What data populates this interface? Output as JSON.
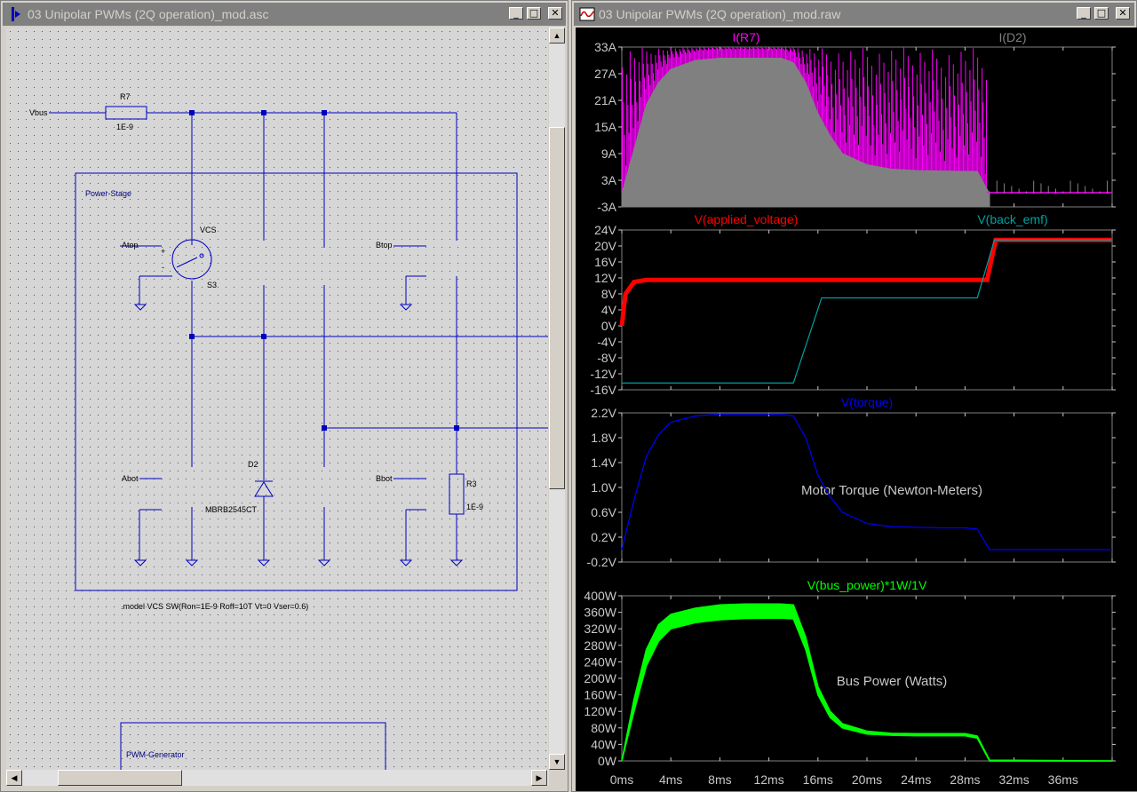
{
  "left_window": {
    "title": "03 Unipolar PWMs (2Q operation)_mod.asc",
    "buttons": {
      "minimize": "_",
      "maximize": "□",
      "close": "✕"
    },
    "schematic": {
      "net_labels": {
        "vbus": "Vbus",
        "atop": "Atop",
        "btop": "Btop",
        "abot": "Abot",
        "bbot": "Bbot"
      },
      "r7": {
        "name": "R7",
        "value": "1E-9"
      },
      "r3": {
        "name": "R3",
        "value": "1E-9"
      },
      "switch": {
        "type": "VCS",
        "name": "S3",
        "plus": "+",
        "minus": "-"
      },
      "d2": {
        "name": "D2",
        "part": "MBRB2545CT"
      },
      "power_stage_label": "Power-Stage",
      "pwm_generator_label": "PWM-Generator",
      "model_directive": ".model VCS SW(Ron=1E-9 Roff=10T Vt=0 Vser=0.6)"
    }
  },
  "right_window": {
    "title": "03 Unipolar PWMs (2Q operation)_mod.raw",
    "buttons": {
      "minimize": "_",
      "maximize": "□",
      "close": "✕"
    }
  },
  "colors": {
    "i_r7": "#ff00ff",
    "i_d2": "#808080",
    "applied_voltage": "#ff0000",
    "back_emf": "#00a0a0",
    "torque": "#0000ff",
    "bus_power": "#00ff00",
    "axis_text": "#c8c8c8"
  },
  "chart_data": [
    {
      "type": "line",
      "legend": [
        "I(R7)",
        "I(D2)"
      ],
      "yticks": [
        "33A",
        "27A",
        "21A",
        "15A",
        "9A",
        "3A",
        "-3A"
      ],
      "ylim": [
        -3,
        33
      ],
      "x": [
        0,
        1,
        2,
        3,
        4,
        6,
        8,
        10,
        13,
        14,
        15,
        16,
        17,
        18,
        20,
        22,
        24,
        26,
        28,
        29,
        30,
        40
      ],
      "series": [
        {
          "name": "I(R7)",
          "values": [
            0,
            10,
            20,
            25,
            28,
            30,
            30.5,
            30.5,
            30.5,
            29.5,
            25,
            18,
            13,
            9,
            6.5,
            5.5,
            5.2,
            5.1,
            5,
            5,
            0.2,
            0.2
          ]
        },
        {
          "name": "I(D2)",
          "values": [
            0,
            10,
            20,
            25,
            28,
            30,
            30.5,
            30.5,
            30.5,
            29.5,
            25,
            18,
            13,
            9,
            6.5,
            5.5,
            5.2,
            5.1,
            5,
            5,
            0,
            0
          ]
        }
      ]
    },
    {
      "type": "line",
      "legend": [
        "V(applied_voltage)",
        "V(back_emf)"
      ],
      "yticks": [
        "24V",
        "20V",
        "16V",
        "12V",
        "8V",
        "4V",
        "0V",
        "-4V",
        "-8V",
        "-12V",
        "-16V"
      ],
      "ylim": [
        -16,
        24
      ],
      "series": [
        {
          "name": "V(applied_voltage)",
          "x": [
            0,
            0.3,
            1,
            2,
            4,
            10,
            20,
            29.3,
            29.8,
            30.5,
            40
          ],
          "values": [
            0,
            8,
            11,
            11.5,
            11.5,
            11.5,
            11.5,
            11.5,
            11.5,
            21.5,
            21.5
          ]
        },
        {
          "name": "V(back_emf)",
          "x": [
            0,
            14,
            16.3,
            29,
            30.4,
            40
          ],
          "values": [
            -14.3,
            -14.3,
            7,
            7,
            21.5,
            21.5
          ]
        }
      ]
    },
    {
      "type": "line",
      "legend": [
        "V(torque)"
      ],
      "annotation": "Motor Torque (Newton-Meters)",
      "yticks": [
        "2.2V",
        "1.8V",
        "1.4V",
        "1.0V",
        "0.6V",
        "0.2V",
        "-0.2V"
      ],
      "ylim": [
        -0.2,
        2.2
      ],
      "x": [
        0,
        1,
        2,
        3,
        4,
        6,
        8,
        10,
        13,
        14,
        15,
        16,
        17,
        18,
        20,
        22,
        24,
        26,
        28,
        29,
        30,
        40
      ],
      "series": [
        {
          "name": "V(torque)",
          "values": [
            0,
            0.8,
            1.5,
            1.85,
            2.05,
            2.15,
            2.18,
            2.18,
            2.18,
            2.15,
            1.8,
            1.2,
            0.85,
            0.6,
            0.42,
            0.37,
            0.36,
            0.35,
            0.35,
            0.33,
            0,
            0
          ]
        }
      ]
    },
    {
      "type": "area",
      "legend": [
        "V(bus_power)*1W/1V"
      ],
      "annotation": "Bus Power (Watts)",
      "yticks": [
        "400W",
        "360W",
        "320W",
        "280W",
        "240W",
        "200W",
        "160W",
        "120W",
        "80W",
        "40W",
        "0W"
      ],
      "ylim": [
        0,
        400
      ],
      "x": [
        0,
        1,
        2,
        3,
        4,
        6,
        8,
        10,
        13,
        14,
        15,
        16,
        17,
        18,
        20,
        22,
        24,
        26,
        28,
        29,
        30,
        40
      ],
      "xlabel_ticks": [
        "0ms",
        "4ms",
        "8ms",
        "12ms",
        "16ms",
        "20ms",
        "24ms",
        "28ms",
        "32ms",
        "36ms"
      ],
      "xlim_ms": [
        0,
        40
      ],
      "series": [
        {
          "name": "upper",
          "values": [
            0,
            150,
            270,
            330,
            355,
            370,
            378,
            380,
            380,
            378,
            300,
            180,
            120,
            90,
            72,
            67,
            66,
            66,
            66,
            60,
            2,
            0
          ]
        },
        {
          "name": "lower",
          "values": [
            0,
            120,
            230,
            290,
            320,
            335,
            342,
            345,
            346,
            344,
            270,
            160,
            105,
            80,
            65,
            62,
            61,
            61,
            61,
            55,
            0,
            0
          ]
        }
      ]
    }
  ]
}
